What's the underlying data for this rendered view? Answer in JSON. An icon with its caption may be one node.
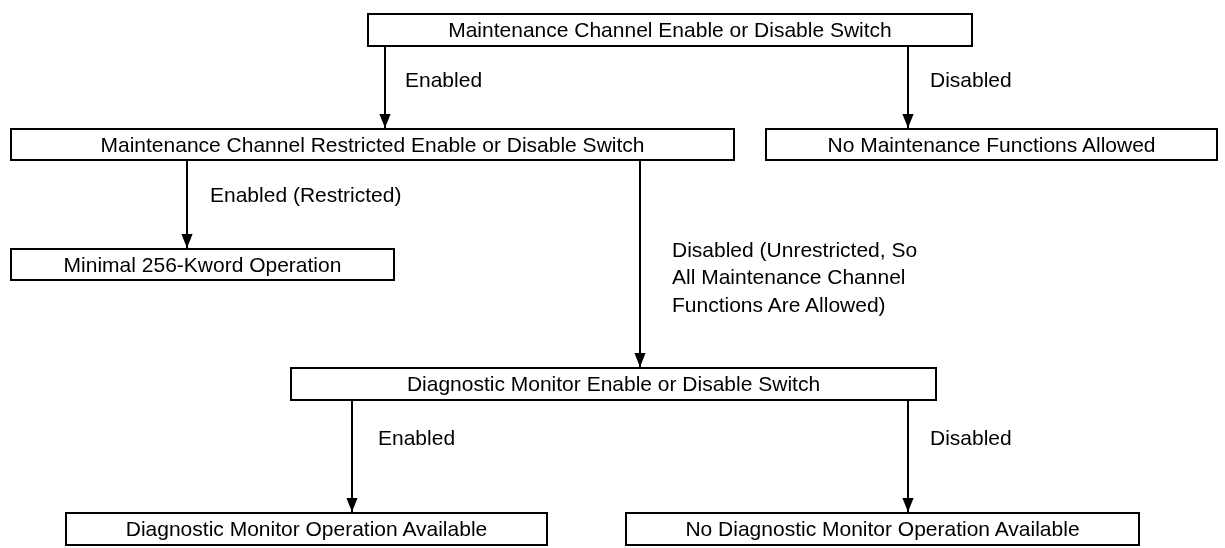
{
  "diagram": {
    "nodes": [
      {
        "text": [
          "Maintenance Channel Enable or Disable Switch"
        ]
      },
      {
        "text": [
          "Maintenance Channel Restricted Enable or Disable Switch"
        ]
      },
      {
        "text": [
          "No Maintenance Functions Allowed"
        ]
      },
      {
        "text": [
          "Minimal 256-Kword Operation"
        ]
      },
      {
        "text": [
          "Diagnostic Monitor Enable or Disable Switch"
        ]
      },
      {
        "text": [
          "Diagnostic Monitor Operation Available"
        ]
      },
      {
        "text": [
          "No Diagnostic Monitor Operation Available"
        ]
      }
    ],
    "edges": [
      {
        "from": 0,
        "to": 1,
        "arrow": "to",
        "label": "Enabled"
      },
      {
        "from": 0,
        "to": 2,
        "arrow": "to",
        "label": "Disabled"
      },
      {
        "from": 1,
        "to": 3,
        "arrow": "to",
        "label": "Enabled (Restricted)"
      },
      {
        "from": 1,
        "to": 4,
        "arrow": "to",
        "label": "Disabled (Unrestricted, So All Maintenance Channel Functions Are Allowed)"
      },
      {
        "from": 4,
        "to": 5,
        "arrow": "to",
        "label": "Enabled"
      },
      {
        "from": 4,
        "to": 6,
        "arrow": "to",
        "label": "Disabled"
      }
    ]
  }
}
